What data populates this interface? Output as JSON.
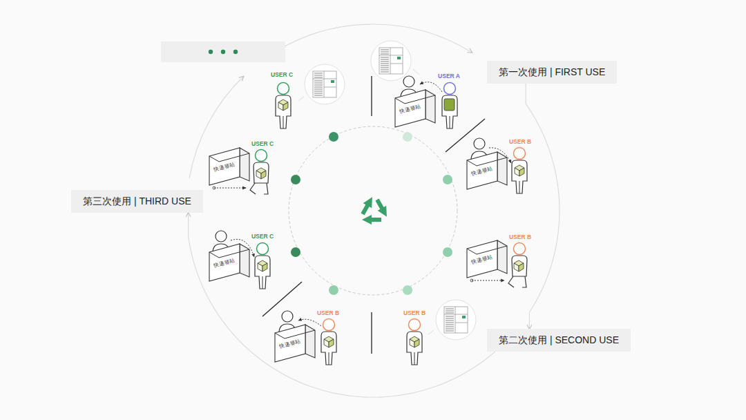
{
  "diagram": {
    "nodes": [
      {
        "text": [
          "第一次使用 | FIRST USE"
        ]
      },
      {
        "text": [
          "第二次使用 | SECOND USE"
        ]
      },
      {
        "text": [
          "第三次使用 | THIRD USE"
        ]
      }
    ],
    "edges": [
      {
        "from": 0,
        "to": 1,
        "arrow": "to"
      },
      {
        "from": 1,
        "to": 2,
        "arrow": "to"
      }
    ],
    "labels": [
      "USER A",
      "USER B",
      "USER B",
      "USER B",
      "USER B",
      "USER C",
      "USER C",
      "USER C",
      "快递驿站",
      "快递驿站",
      "快递驿站",
      "快递驿站",
      "快递驿站",
      "快递驿站"
    ]
  }
}
